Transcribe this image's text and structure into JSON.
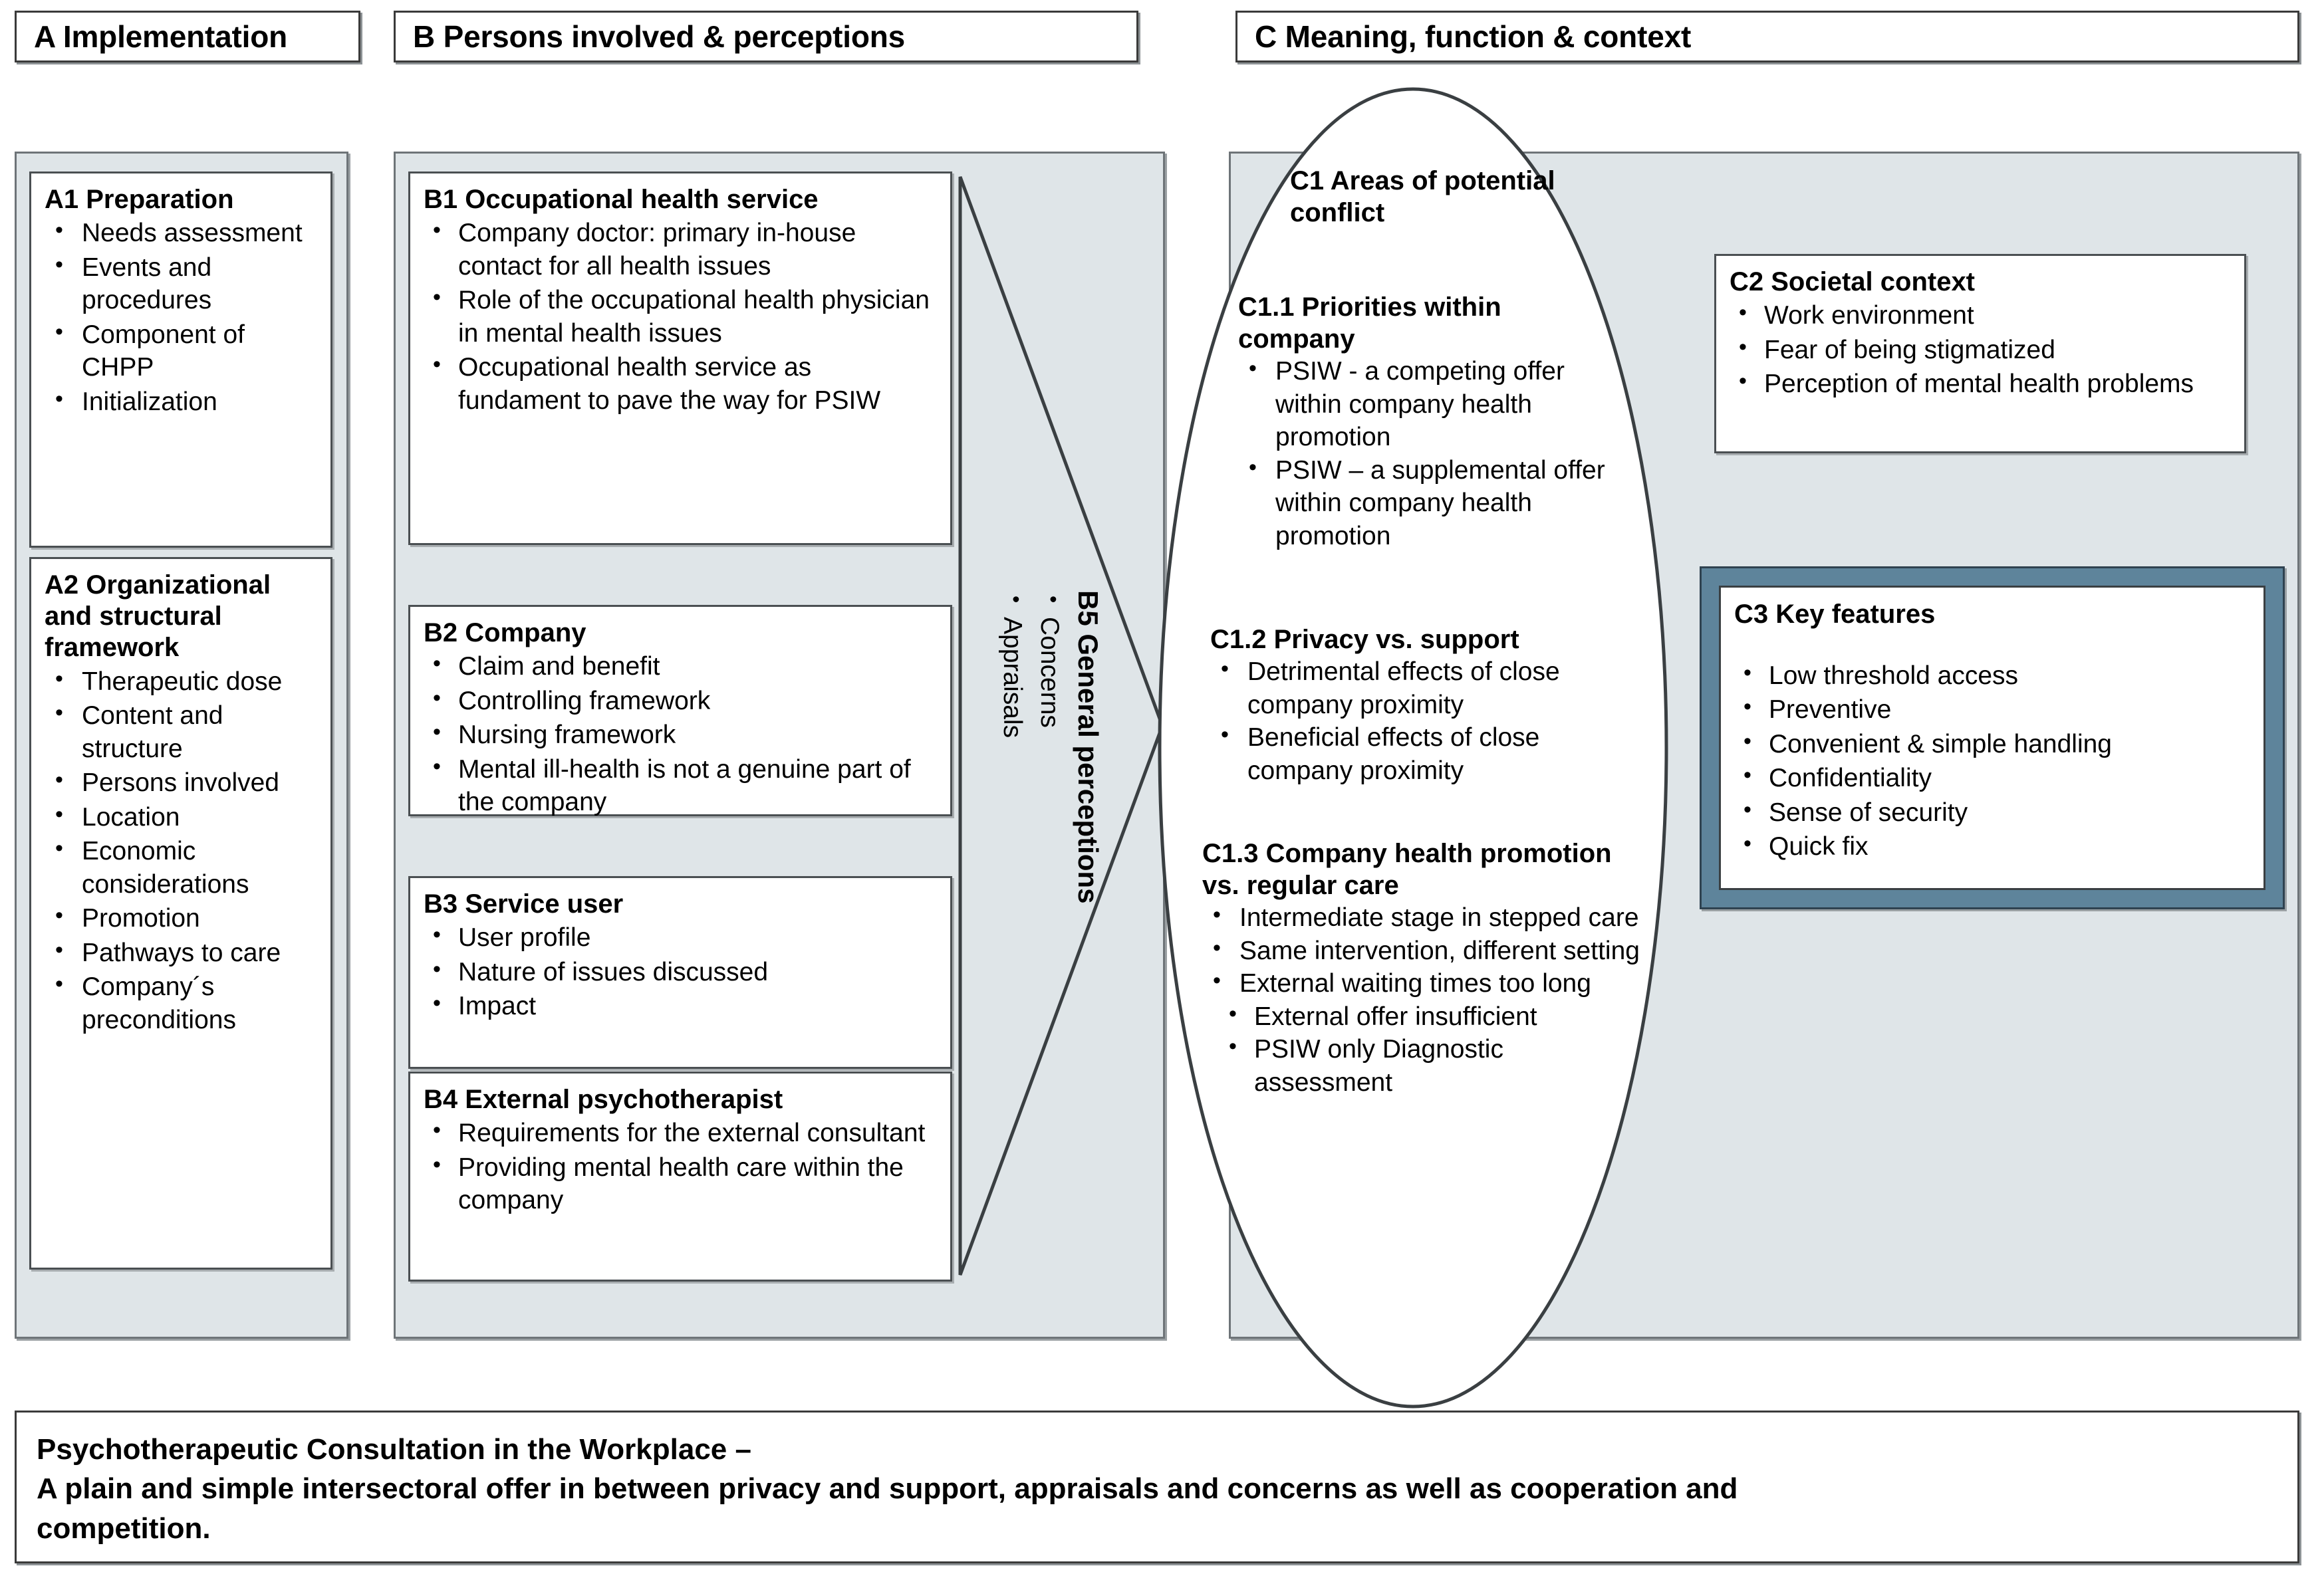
{
  "columns": [
    {
      "id": "A",
      "header": "A Implementation"
    },
    {
      "id": "B",
      "header": "B Persons involved & perceptions"
    },
    {
      "id": "C",
      "header": "C Meaning, function & context"
    }
  ],
  "cards": {
    "a1": {
      "title": "A1 Preparation",
      "items": [
        "Needs assessment",
        "Events and procedures",
        "Component of CHPP",
        "Initialization"
      ]
    },
    "a2": {
      "title": "A2 Organizational and structural framework",
      "items": [
        "Therapeutic dose",
        "Content and structure",
        "Persons involved",
        "Location",
        "Economic considerations",
        "Promotion",
        "Pathways to care",
        "Company´s preconditions"
      ]
    },
    "b1": {
      "title": "B1 Occupational health service",
      "items": [
        "Company doctor: primary in-house contact for all health issues",
        "Role of the occupational health physician in mental health issues",
        "Occupational health service as fundament to pave the way for PSIW"
      ]
    },
    "b2": {
      "title": "B2 Company",
      "items": [
        "Claim and benefit",
        "Controlling framework",
        "Nursing framework",
        "Mental ill-health is not a genuine part of the company"
      ]
    },
    "b3": {
      "title": "B3 Service user",
      "items": [
        "User profile",
        "Nature of issues discussed",
        "Impact"
      ]
    },
    "b4": {
      "title": "B4 External psychotherapist",
      "items": [
        "Requirements for the external consultant",
        "Providing mental health care within the company"
      ]
    },
    "b5": {
      "title": "B5 General perceptions",
      "items": [
        "Concerns",
        "Appraisals"
      ]
    },
    "c1": {
      "title": "C1 Areas of potential conflict"
    },
    "c11": {
      "title": "C1.1 Priorities within company",
      "items": [
        "PSIW - a competing offer within company health promotion",
        "PSIW – a supplemental offer within company health promotion"
      ]
    },
    "c12": {
      "title": "C1.2 Privacy vs. support",
      "items": [
        "Detrimental effects of close company proximity",
        "Beneficial effects of close company proximity"
      ]
    },
    "c13": {
      "title": "C1.3 Company health promotion vs. regular care",
      "items": [
        "Intermediate stage in stepped care",
        "Same intervention, different setting",
        "External waiting times too long",
        "External offer insufficient",
        "PSIW only Diagnostic assessment"
      ]
    },
    "c2": {
      "title": "C2 Societal context",
      "items": [
        "Work environment",
        "Fear of being stigmatized",
        "Perception of mental health problems"
      ]
    },
    "c3": {
      "title": "C3 Key features",
      "items": [
        "Low threshold access",
        "Preventive",
        "Convenient & simple handling",
        "Confidentiality",
        "Sense of security",
        "Quick fix"
      ]
    }
  },
  "summary": {
    "line1": "Psychotherapeutic Consultation in the Workplace –",
    "line2": "A plain and simple intersectoral offer in between privacy and support, appraisals and concerns as well as cooperation and",
    "line3": "competition."
  },
  "colors": {
    "panel_fill": "#dfe5e8",
    "card_fill": "#ffffff",
    "c3_frame": "#5e849b",
    "outline": "#3a3f42"
  }
}
